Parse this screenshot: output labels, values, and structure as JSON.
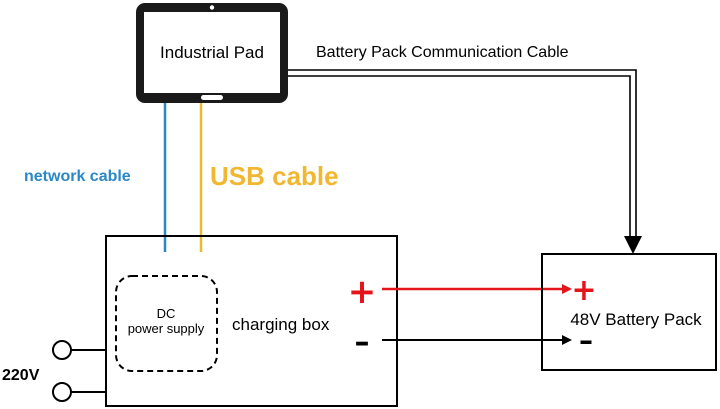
{
  "labels": {
    "pad": "Industrial Pad",
    "comm_cable": "Battery Pack Communication Cable",
    "network_cable": "network cable",
    "usb_cable": "USB cable",
    "dc_line1": "DC",
    "dc_line2": "power supply",
    "charging_box": "charging box",
    "battery_pack": "48V Battery Pack",
    "plus": "+",
    "minus": "–",
    "voltage_220": "220V"
  },
  "colors": {
    "network": "#2a88c6",
    "usb": "#f2b731",
    "positive": "#e4141b",
    "negative": "#000000",
    "outline": "#000000"
  }
}
